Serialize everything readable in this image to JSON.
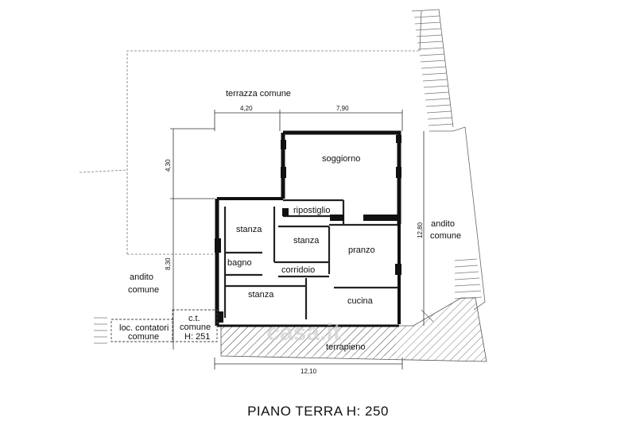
{
  "plan": {
    "title": "PIANO TERRA  H: 250",
    "rooms": {
      "terrace": "terrazza comune",
      "living": "soggiorno",
      "storage": "ripostiglio",
      "room_1": "stanza",
      "room_2": "stanza",
      "room_3": "stanza",
      "dining": "pranzo",
      "bath": "bagno",
      "corridor": "corridoio",
      "kitchen": "cucina",
      "passage_right_1": "andito",
      "passage_right_2": "comune",
      "passage_left_1": "andito",
      "passage_left_2": "comune",
      "meter_room_1": "loc. contatori",
      "meter_room_2": "comune",
      "ct_1": "c.t.",
      "ct_2": "comune",
      "ct_3": "H: 251",
      "embankment": "terrapieno"
    },
    "dimensions": {
      "top_left": "4,20",
      "top_right": "7,90",
      "left_upper": "4,30",
      "left_lower": "8,30",
      "right": "12,80",
      "bottom": "12,10"
    },
    "watermark": "casa.it"
  }
}
